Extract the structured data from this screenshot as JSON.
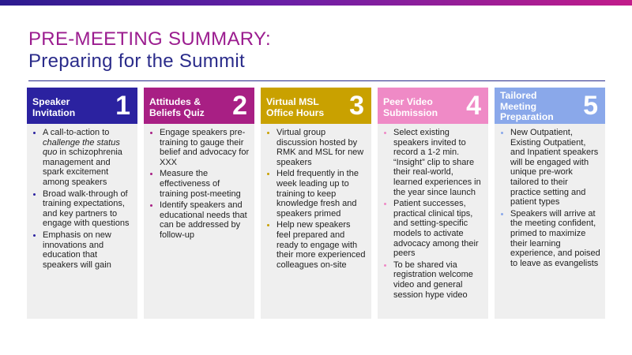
{
  "title": {
    "line1": "PRE-MEETING SUMMARY:",
    "line2": "Preparing for the Summit"
  },
  "colors": {
    "title_line1": "#9b1c8f",
    "title_line2": "#2a2b8a",
    "col1": "#2b22a0",
    "col2": "#a81f84",
    "col3": "#c9a100",
    "col4": "#ef8ac6",
    "col5": "#8aa8ea"
  },
  "columns": [
    {
      "heading": "Speaker Invitation",
      "number": "1",
      "bullets": [
        "A call-to-action to challenge the status quo in schizophrenia management and spark excitement among speakers",
        "Broad walk-through of training expectations, and key partners to engage with questions",
        "Emphasis on new innovations and education that speakers will gain"
      ]
    },
    {
      "heading": "Attitudes & Beliefs Quiz",
      "number": "2",
      "bullets": [
        "Engage speakers pre-training to gauge their belief and advocacy for XXX",
        "Measure the effectiveness of training post-meeting",
        "Identify speakers and educational needs that can be addressed by follow-up"
      ]
    },
    {
      "heading": "Virtual MSL Office Hours",
      "number": "3",
      "bullets": [
        "Virtual group discussion hosted by RMK and MSL for new speakers",
        "Held frequently in the week leading up to training to keep knowledge fresh and speakers primed",
        "Help new speakers feel prepared and ready to engage with their more experienced colleagues on-site"
      ]
    },
    {
      "heading": "Peer Video Submission",
      "number": "4",
      "bullets": [
        "Select existing speakers invited to record a 1-2 min. “Insight” clip to share their real-world, learned experiences in the year since launch",
        "Patient successes, practical clinical tips, and setting-specific models to activate advocacy among their peers",
        "To be shared via registration welcome video and general session hype video"
      ]
    },
    {
      "heading": "Tailored Meeting Preparation",
      "number": "5",
      "bullets": [
        "New Outpatient, Existing Outpatient, and Inpatient speakers will be engaged with unique pre-work tailored to their practice setting and patient types",
        "Speakers will arrive at the meeting confident, primed to maximize their learning experience, and poised to leave as evangelists"
      ]
    }
  ]
}
